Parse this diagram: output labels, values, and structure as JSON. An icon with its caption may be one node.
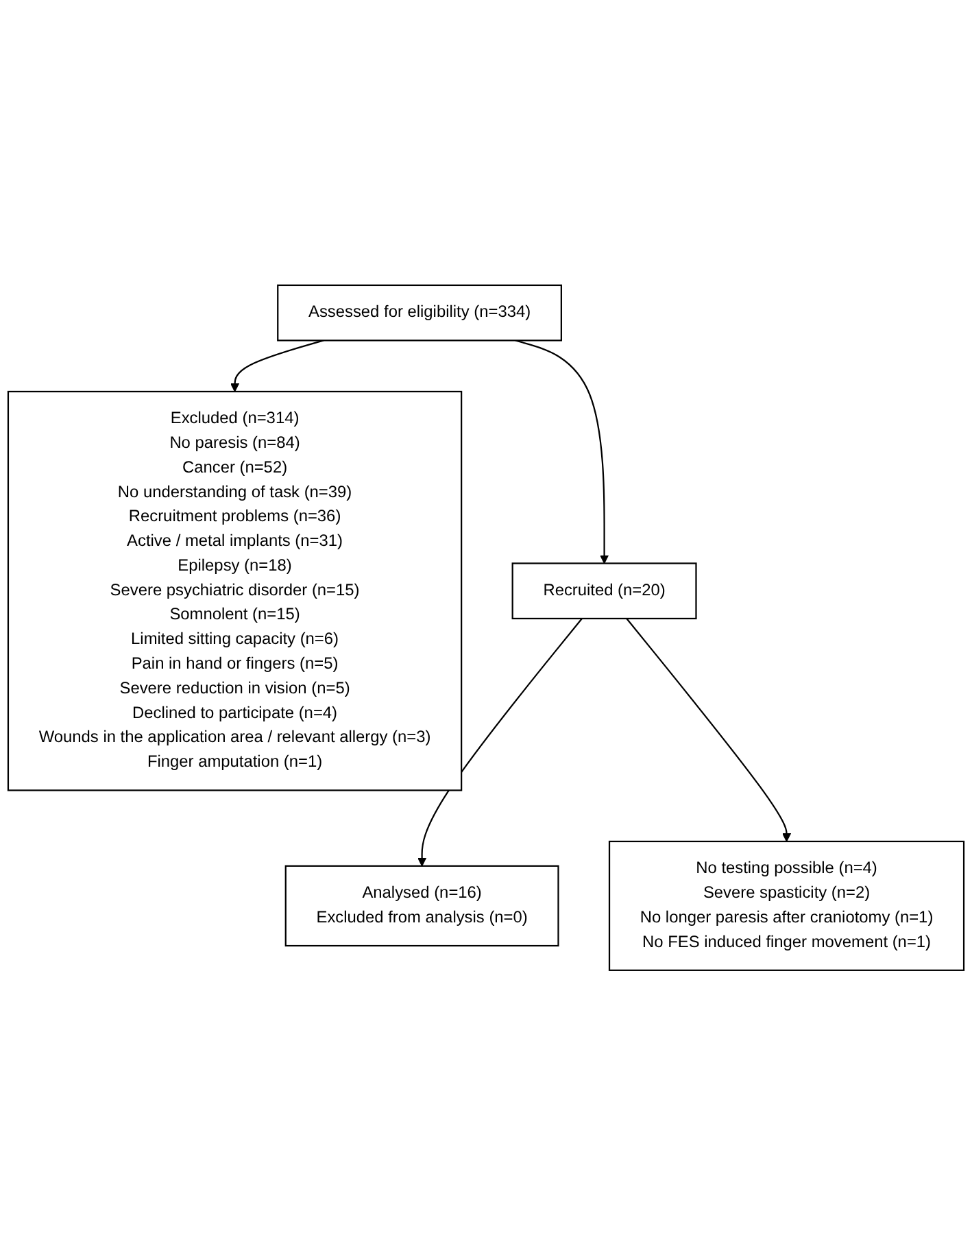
{
  "diagram": {
    "nodes": [
      {
        "text": [
          "Assessed for eligibility (n=334)"
        ]
      },
      {
        "text": [
          "Excluded (n=314)",
          "No paresis (n=84)",
          "Cancer (n=52)",
          "No understanding of task (n=39)",
          "Recruitment problems (n=36)",
          "Active / metal implants (n=31)",
          "Epilepsy (n=18)",
          "Severe psychiatric disorder (n=15)",
          "Somnolent (n=15)",
          "Limited sitting capacity (n=6)",
          "Pain in hand or fingers (n=5)",
          "Severe reduction in vision (n=5)",
          "Declined to participate (n=4)",
          "Wounds in the application area / relevant allergy (n=3)",
          "Finger amputation (n=1)"
        ]
      },
      {
        "text": [
          "Recruited (n=20)"
        ]
      },
      {
        "text": [
          "No testing possible (n=4)",
          "Severe spasticity (n=2)",
          "No longer paresis after craniotomy (n=1)",
          "No FES induced finger movement (n=1)"
        ]
      },
      {
        "text": [
          "Analysed (n=16)",
          "Excluded from analysis (n=0)"
        ]
      }
    ],
    "edges": [
      {
        "from": 0,
        "to": 2,
        "arrow": "to"
      },
      {
        "from": 0,
        "to": 1,
        "arrow": "to"
      },
      {
        "from": 2,
        "to": 4,
        "arrow": "to"
      },
      {
        "from": 2,
        "to": 3,
        "arrow": "to"
      }
    ]
  }
}
